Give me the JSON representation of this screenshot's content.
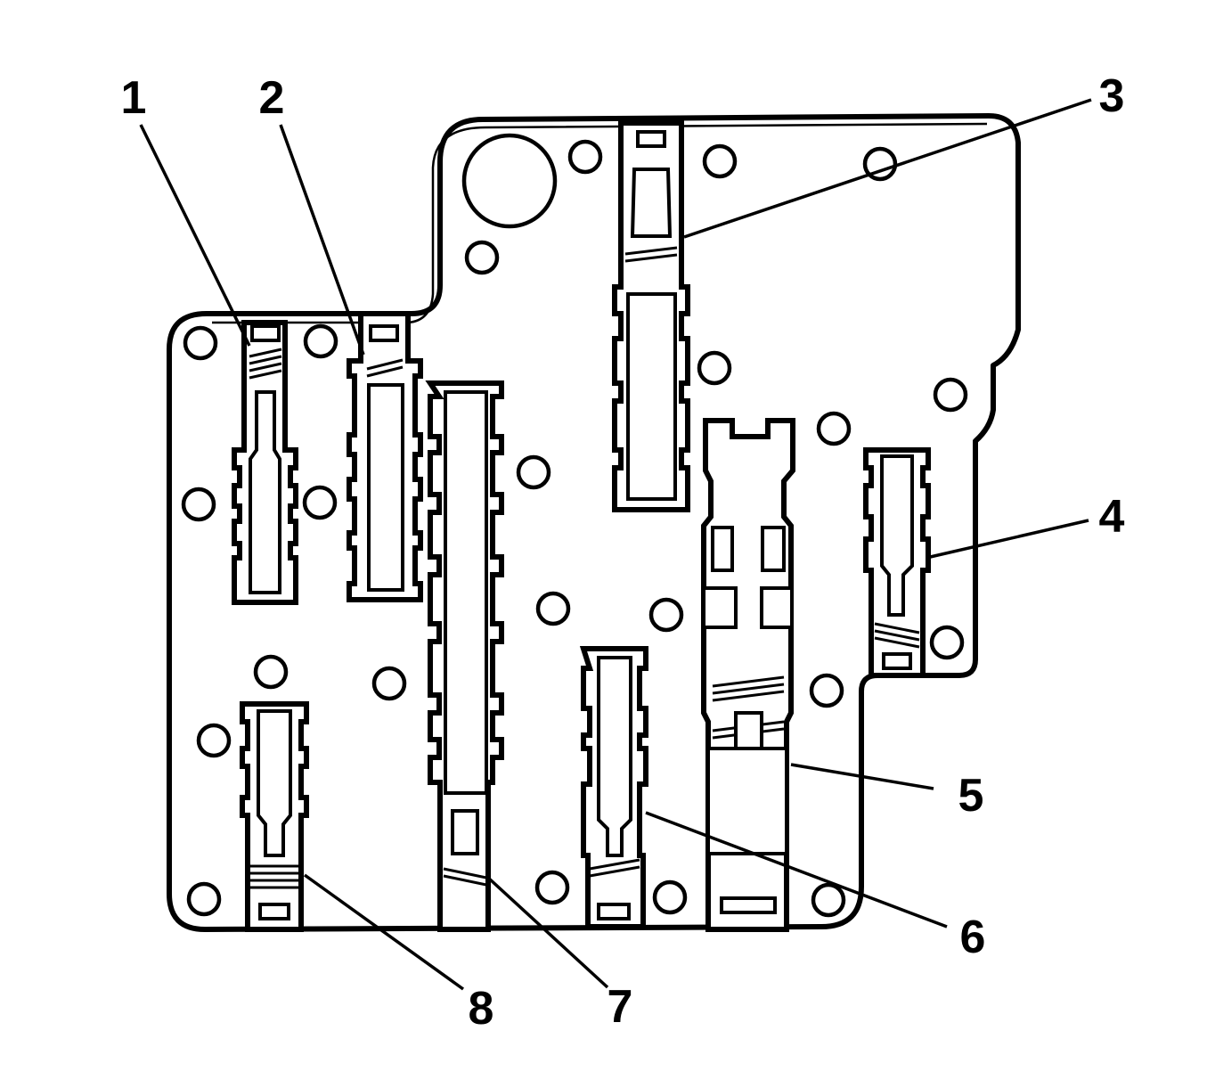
{
  "figure": {
    "callouts": [
      {
        "id": "1",
        "label": "1"
      },
      {
        "id": "2",
        "label": "2"
      },
      {
        "id": "3",
        "label": "3"
      },
      {
        "id": "4",
        "label": "4"
      },
      {
        "id": "5",
        "label": "5"
      },
      {
        "id": "6",
        "label": "6"
      },
      {
        "id": "7",
        "label": "7"
      },
      {
        "id": "8",
        "label": "8"
      }
    ]
  },
  "style": {
    "line_color": "#000000",
    "background": "#ffffff"
  }
}
